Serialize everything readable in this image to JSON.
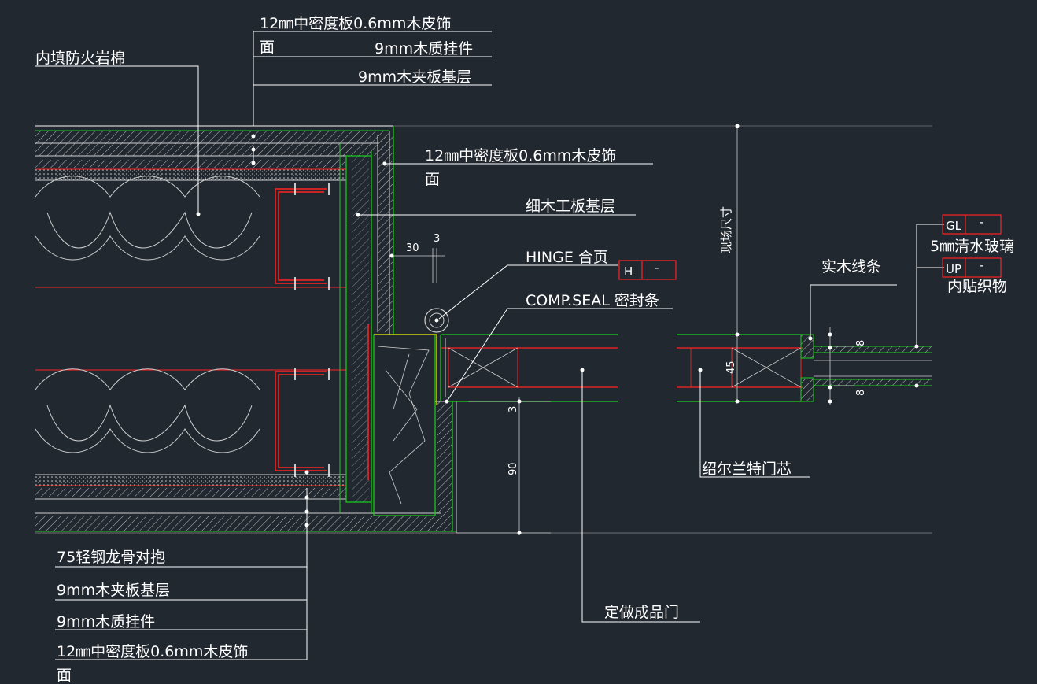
{
  "labels": {
    "top_a_line1": "12㎜中密度板0.6mm木皮饰",
    "top_a_line2": "面",
    "top_b": "9mm木质挂件",
    "top_c": "9mm木夹板基层",
    "fire_rock_wool": "内填防火岩棉",
    "right_a_line1": "12㎜中密度板0.6mm木皮饰",
    "right_a_line2": "面",
    "blockboard": "细木工板基层",
    "hinge": "HINGE 合页",
    "seal": "COMP.SEAL 密封条",
    "solid_wood_strip": "实木线条",
    "glass": "5㎜清水玻璃",
    "fabric": "内贴织物",
    "honeycomb_core": "绍尔兰特门芯",
    "custom_door": "定做成品门",
    "bottom_a": "75轻钢龙骨对抱",
    "bottom_b": "9mm木夹板基层",
    "bottom_c": "9mm木质挂件",
    "bottom_d_line1": "12㎜中密度板0.6mm木皮饰",
    "bottom_d_line2": "面",
    "site_size": "现场尺寸"
  },
  "tags": {
    "hinge_code": "H",
    "hinge_num": "-",
    "glass_code": "GL",
    "glass_num": "-",
    "fabric_code": "UP",
    "fabric_num": "-"
  },
  "dimensions": {
    "d30": "30",
    "d3_top": "3",
    "d3_side": "3",
    "d90": "90",
    "d45": "45",
    "d8_top": "8",
    "d8_bot": "8"
  },
  "colors": {
    "background": "#212830",
    "wall_layers": "#cfcfcf",
    "stud": "#ff2222",
    "frame": "#19d219",
    "door_leaf": "#e6e600",
    "leader": "#ffffff"
  }
}
